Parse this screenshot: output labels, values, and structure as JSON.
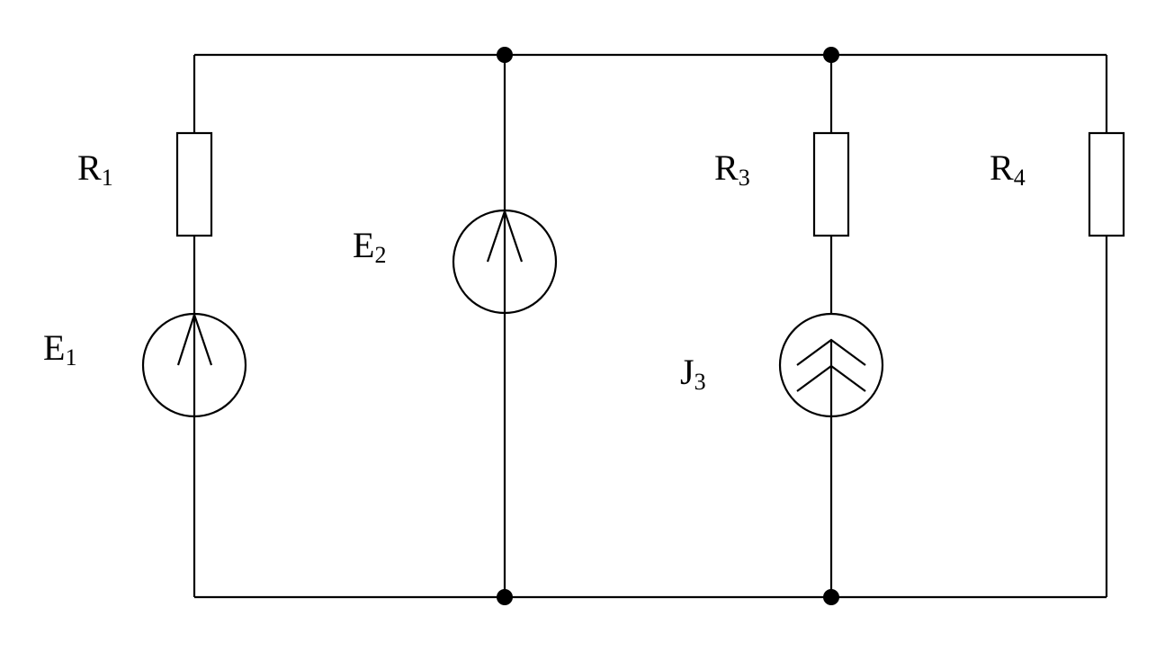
{
  "diagram": {
    "type": "electrical-circuit",
    "colors": {
      "wire": "#000000",
      "background": "#ffffff"
    },
    "components": [
      {
        "id": "R1",
        "kind": "resistor",
        "label": "R",
        "subscript": "1"
      },
      {
        "id": "E1",
        "kind": "voltage-source",
        "label": "E",
        "subscript": "1"
      },
      {
        "id": "E2",
        "kind": "voltage-source",
        "label": "E",
        "subscript": "2"
      },
      {
        "id": "R3",
        "kind": "resistor",
        "label": "R",
        "subscript": "3"
      },
      {
        "id": "J3",
        "kind": "current-source",
        "label": "J",
        "subscript": "3"
      },
      {
        "id": "R4",
        "kind": "resistor",
        "label": "R",
        "subscript": "4"
      }
    ],
    "junction_count": 4
  }
}
